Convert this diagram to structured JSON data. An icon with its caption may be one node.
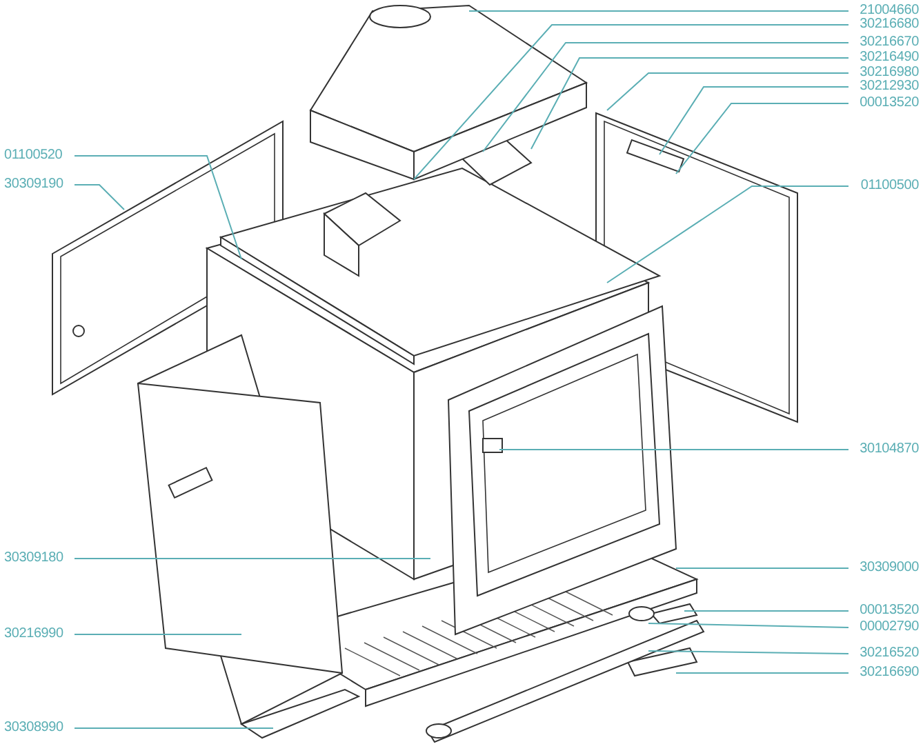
{
  "diagram": {
    "nodes": [
      {
        "text": [
          "21004660"
        ]
      },
      {
        "text": [
          "30216680"
        ]
      },
      {
        "text": [
          "30216670"
        ]
      },
      {
        "text": [
          "30216490"
        ]
      },
      {
        "text": [
          "30216980"
        ]
      },
      {
        "text": [
          "30212930"
        ]
      },
      {
        "text": [
          "00013520"
        ]
      },
      {
        "text": [
          "01100520"
        ]
      },
      {
        "text": [
          "30309190"
        ]
      },
      {
        "text": [
          "01100500"
        ]
      },
      {
        "text": [
          "30104870"
        ]
      },
      {
        "text": [
          "30309180"
        ]
      },
      {
        "text": [
          "30309000"
        ]
      },
      {
        "text": [
          "00013520"
        ]
      },
      {
        "text": [
          "00002790"
        ]
      },
      {
        "text": [
          "30216990"
        ]
      },
      {
        "text": [
          "30216520"
        ]
      },
      {
        "text": [
          "30216690"
        ]
      },
      {
        "text": [
          "30308990"
        ]
      }
    ],
    "edges": [
      {
        "from": 0,
        "to": null,
        "arrow": "none"
      },
      {
        "from": 1,
        "to": null,
        "arrow": "none"
      },
      {
        "from": 2,
        "to": null,
        "arrow": "none"
      },
      {
        "from": 3,
        "to": null,
        "arrow": "none"
      },
      {
        "from": 4,
        "to": null,
        "arrow": "none"
      },
      {
        "from": 5,
        "to": null,
        "arrow": "none"
      },
      {
        "from": 6,
        "to": null,
        "arrow": "none"
      },
      {
        "from": 7,
        "to": null,
        "arrow": "none"
      },
      {
        "from": 8,
        "to": null,
        "arrow": "none"
      },
      {
        "from": 9,
        "to": null,
        "arrow": "none"
      },
      {
        "from": 10,
        "to": null,
        "arrow": "none"
      },
      {
        "from": 11,
        "to": null,
        "arrow": "none"
      },
      {
        "from": 12,
        "to": null,
        "arrow": "none"
      },
      {
        "from": 13,
        "to": null,
        "arrow": "none"
      },
      {
        "from": 14,
        "to": null,
        "arrow": "none"
      },
      {
        "from": 15,
        "to": null,
        "arrow": "none"
      },
      {
        "from": 16,
        "to": null,
        "arrow": "none"
      },
      {
        "from": 17,
        "to": null,
        "arrow": "none"
      },
      {
        "from": 18,
        "to": null,
        "arrow": "none"
      }
    ]
  }
}
